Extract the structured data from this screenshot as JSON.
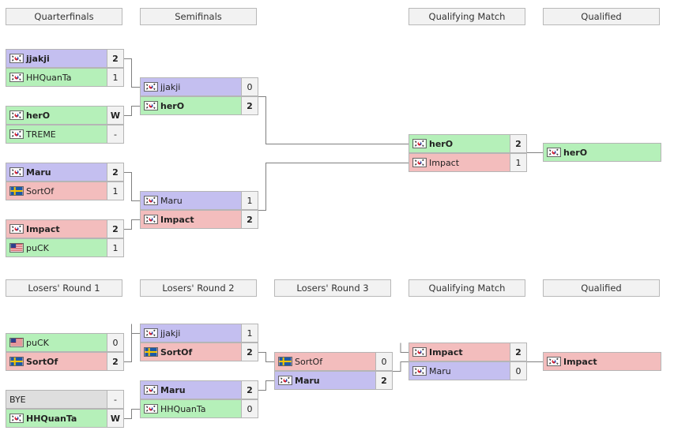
{
  "colors": {
    "purple": "#c4bff0",
    "green": "#b5f0b9",
    "red": "#f3bdbd",
    "gray": "#dedede"
  },
  "upper_headers": [
    "Quarterfinals",
    "Semifinals",
    "Qualifying Match",
    "Qualified"
  ],
  "lower_headers": [
    "Losers' Round 1",
    "Losers' Round 2",
    "Losers' Round 3",
    "Qualifying Match",
    "Qualified"
  ],
  "slots": [
    {
      "id": "u1a",
      "name": "jjakji",
      "score": "2",
      "flag": "kr",
      "color": "purple",
      "win": true
    },
    {
      "id": "u1b",
      "name": "HHQuanTa",
      "score": "1",
      "flag": "kr",
      "color": "green",
      "win": false
    },
    {
      "id": "u2a",
      "name": "herO",
      "score": "W",
      "flag": "kr",
      "color": "green",
      "win": true
    },
    {
      "id": "u2b",
      "name": "TREME",
      "score": "-",
      "flag": "kr",
      "color": "green",
      "win": false
    },
    {
      "id": "u3a",
      "name": "Maru",
      "score": "2",
      "flag": "kr",
      "color": "purple",
      "win": true
    },
    {
      "id": "u3b",
      "name": "SortOf",
      "score": "1",
      "flag": "se",
      "color": "red",
      "win": false
    },
    {
      "id": "u4a",
      "name": "Impact",
      "score": "2",
      "flag": "kr",
      "color": "red",
      "win": true
    },
    {
      "id": "u4b",
      "name": "puCK",
      "score": "1",
      "flag": "us",
      "color": "green",
      "win": false
    },
    {
      "id": "s1a",
      "name": "jjakji",
      "score": "0",
      "flag": "kr",
      "color": "purple",
      "win": false
    },
    {
      "id": "s1b",
      "name": "herO",
      "score": "2",
      "flag": "kr",
      "color": "green",
      "win": true
    },
    {
      "id": "s2a",
      "name": "Maru",
      "score": "1",
      "flag": "kr",
      "color": "purple",
      "win": false
    },
    {
      "id": "s2b",
      "name": "Impact",
      "score": "2",
      "flag": "kr",
      "color": "red",
      "win": true
    },
    {
      "id": "q1a",
      "name": "herO",
      "score": "2",
      "flag": "kr",
      "color": "green",
      "win": true
    },
    {
      "id": "q1b",
      "name": "Impact",
      "score": "1",
      "flag": "kr",
      "color": "red",
      "win": false
    },
    {
      "id": "f1",
      "name": "herO",
      "score": "",
      "flag": "kr",
      "color": "green",
      "win": true
    },
    {
      "id": "l1a",
      "name": "puCK",
      "score": "0",
      "flag": "us",
      "color": "green",
      "win": false
    },
    {
      "id": "l1b",
      "name": "SortOf",
      "score": "2",
      "flag": "se",
      "color": "red",
      "win": true
    },
    {
      "id": "l1c",
      "name": "BYE",
      "score": "-",
      "flag": "",
      "color": "gray",
      "win": false
    },
    {
      "id": "l1d",
      "name": "HHQuanTa",
      "score": "W",
      "flag": "kr",
      "color": "green",
      "win": true
    },
    {
      "id": "l2a",
      "name": "jjakji",
      "score": "1",
      "flag": "kr",
      "color": "purple",
      "win": false
    },
    {
      "id": "l2b",
      "name": "SortOf",
      "score": "2",
      "flag": "se",
      "color": "red",
      "win": true
    },
    {
      "id": "l2c",
      "name": "Maru",
      "score": "2",
      "flag": "kr",
      "color": "purple",
      "win": true
    },
    {
      "id": "l2d",
      "name": "HHQuanTa",
      "score": "0",
      "flag": "kr",
      "color": "green",
      "win": false
    },
    {
      "id": "l3a",
      "name": "SortOf",
      "score": "0",
      "flag": "se",
      "color": "red",
      "win": false
    },
    {
      "id": "l3b",
      "name": "Maru",
      "score": "2",
      "flag": "kr",
      "color": "purple",
      "win": true
    },
    {
      "id": "lqa",
      "name": "Impact",
      "score": "2",
      "flag": "kr",
      "color": "red",
      "win": true
    },
    {
      "id": "lqb",
      "name": "Maru",
      "score": "0",
      "flag": "kr",
      "color": "purple",
      "win": false
    },
    {
      "id": "f2",
      "name": "Impact",
      "score": "",
      "flag": "kr",
      "color": "red",
      "win": true
    }
  ]
}
